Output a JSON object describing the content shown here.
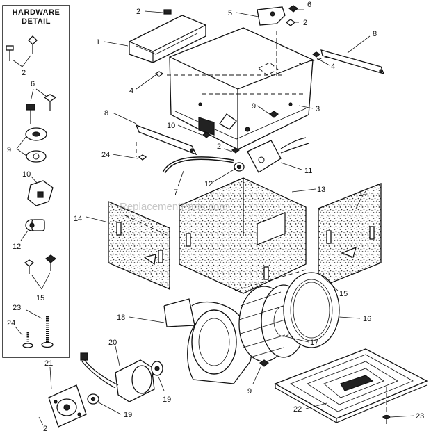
{
  "hardware_detail": {
    "title_line1": "HARDWARE",
    "title_line2": "DETAIL",
    "labels": [
      "2",
      "6",
      "9",
      "10",
      "12",
      "15",
      "23",
      "24"
    ]
  },
  "callouts": {
    "c1": "1",
    "c2a": "2",
    "c2b": "2",
    "c2c": "2",
    "c2d": "2",
    "c3": "3",
    "c4a": "4",
    "c4b": "4",
    "c5": "5",
    "c6": "6",
    "c7": "7",
    "c8a": "8",
    "c8b": "8",
    "c9a": "9",
    "c9b": "9",
    "c10": "10",
    "c11": "11",
    "c12": "12",
    "c13": "13",
    "c14a": "14",
    "c14b": "14",
    "c15": "15",
    "c16": "16",
    "c17": "17",
    "c18": "18",
    "c19a": "19",
    "c19b": "19",
    "c20": "20",
    "c21": "21",
    "c22": "22",
    "c23": "23",
    "c24": "24"
  },
  "watermark": "ReplacementParts.com"
}
